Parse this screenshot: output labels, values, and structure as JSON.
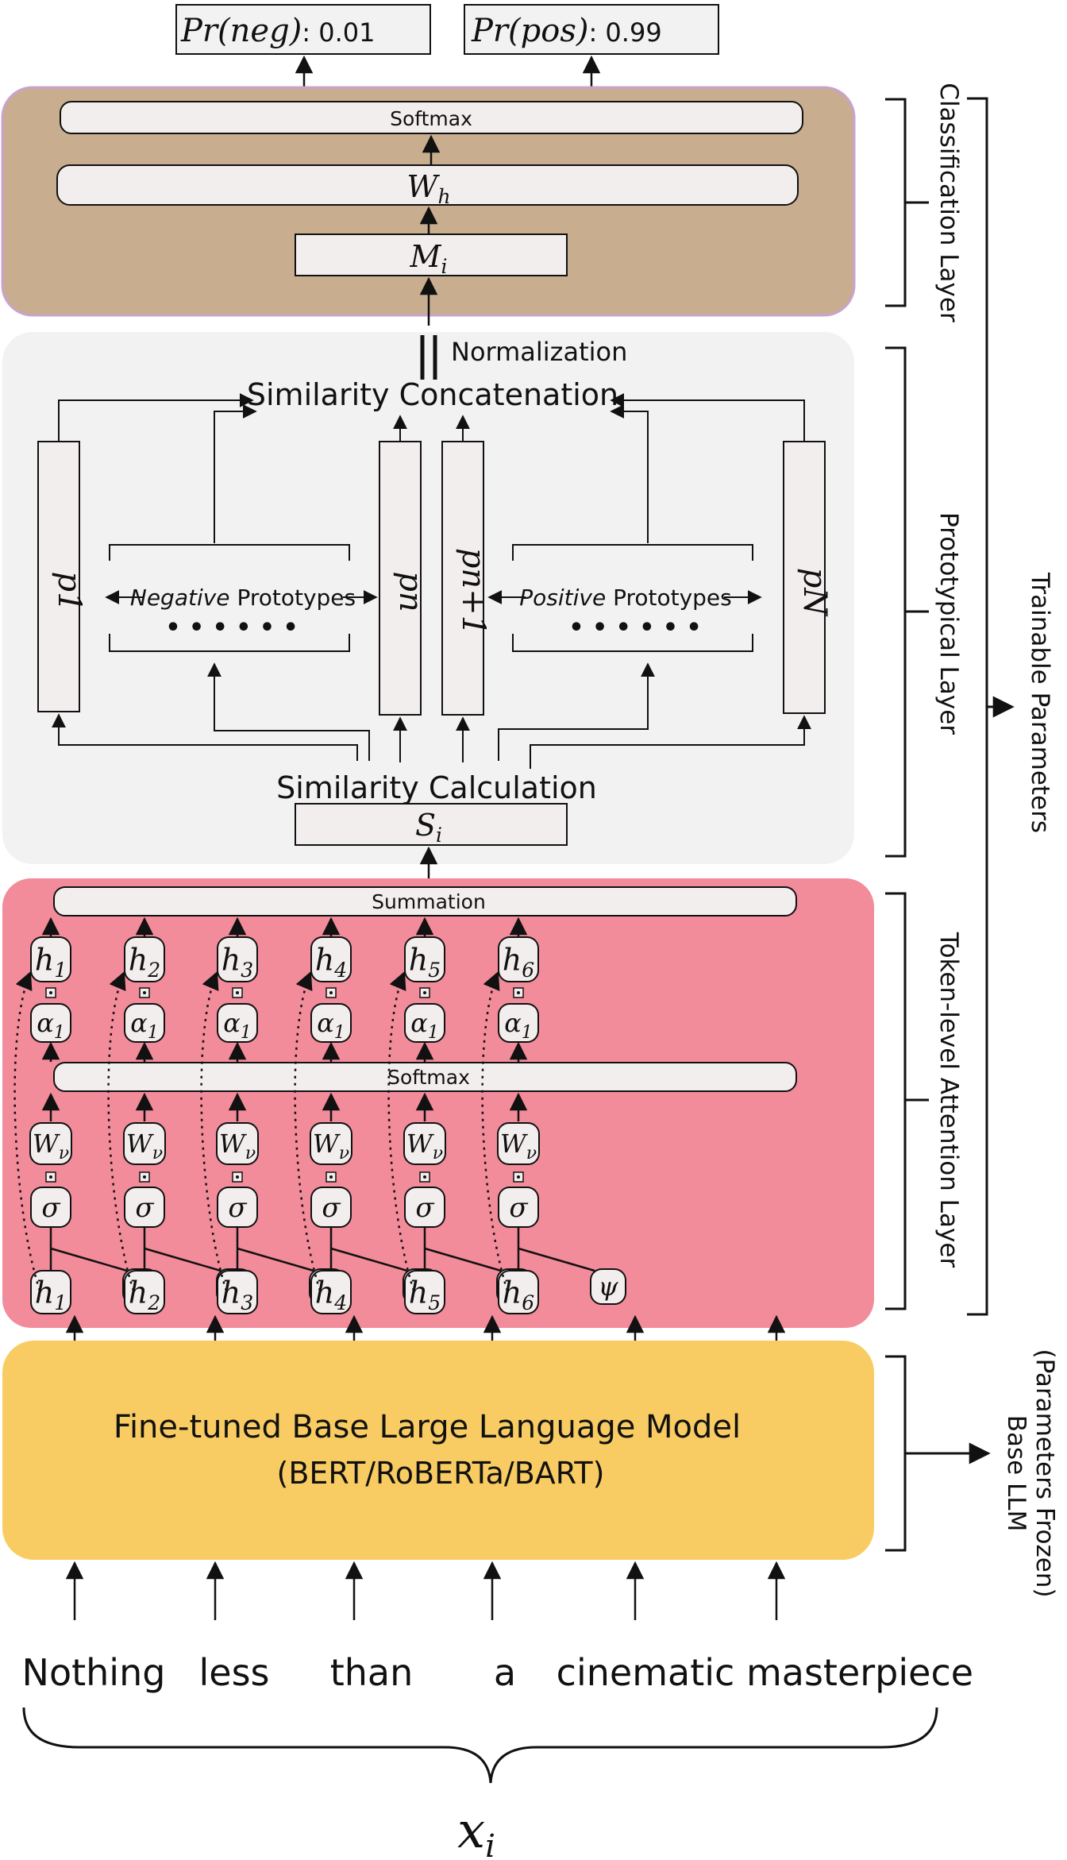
{
  "outputs": {
    "neg_label": "Pr(neg)",
    "neg_value": ": 0.01",
    "pos_label": "Pr(pos)",
    "pos_value": ": 0.99"
  },
  "classification": {
    "softmax": "Softmax",
    "weight_main": "W",
    "weight_sub": "h",
    "mi_main": "M",
    "mi_sub": "i",
    "normalization": "Normalization",
    "bracket_label": "Classification Layer"
  },
  "prototypical": {
    "similarity_concat": "Similarity Concatenation",
    "similarity_calc": "Similarity Calculation",
    "si_main": "S",
    "si_sub": "i",
    "negative_word": "Negative",
    "positive_word": "Positive",
    "prototypes_word": "Prototypes",
    "dots": "• • • • • •",
    "p1": "p1",
    "pn": "pn",
    "pn1": "pn+1",
    "pN": "pN",
    "bracket_label": "Prototypical Layer"
  },
  "attention": {
    "summation": "Summation",
    "softmax": "Softmax",
    "alpha": "α1",
    "w_nu": "Wν",
    "sigma": "σ",
    "psi": "ψ",
    "tokens": [
      "h1",
      "h2",
      "h3",
      "h4",
      "h5",
      "h6"
    ],
    "bracket_label": "Token-level Attention Layer"
  },
  "base": {
    "line1": "Fine-tuned Base Large Language Model",
    "line2": "(BERT/RoBERTa/BART)",
    "side_line1": "Base LLM",
    "side_line2": "(Parameters Frozen)"
  },
  "trainable_label": "Trainable Parameters",
  "input_words": [
    "Nothing",
    "less",
    "than",
    "a",
    "cinematic",
    "masterpiece"
  ],
  "input_label_main": "x",
  "input_label_sub": "i",
  "colors": {
    "classification_bg": "#c8ad8f",
    "prototypical_bg": "#f2f2f2",
    "attention_bg": "#f28b9a",
    "base_bg": "#f8cc62",
    "box_fill": "#f3eeee"
  }
}
